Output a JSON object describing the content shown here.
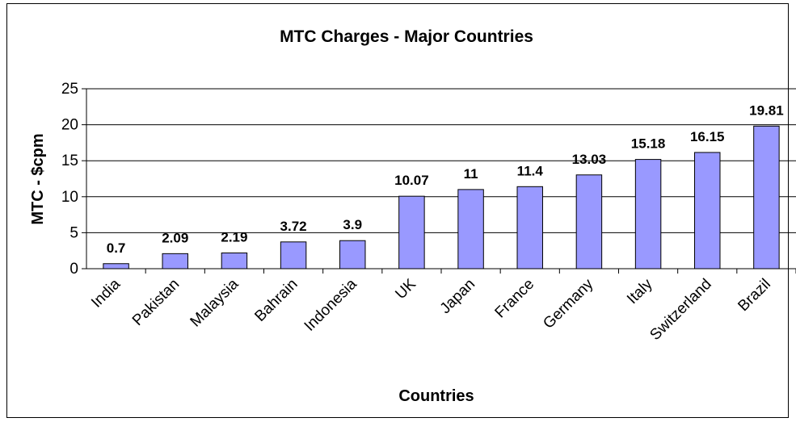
{
  "chart_data": {
    "type": "bar",
    "title": "MTC Charges - Major Countries",
    "xlabel": "Countries",
    "ylabel": "MTC - $cpm",
    "categories": [
      "India",
      "Pakistan",
      "Malaysia",
      "Bahrain",
      "Indonesia",
      "UK",
      "Japan",
      "France",
      "Germany",
      "Italy",
      "Switzerland",
      "Brazil"
    ],
    "values": [
      0.7,
      2.09,
      2.19,
      3.72,
      3.9,
      10.07,
      11,
      11.4,
      13.03,
      15.18,
      16.15,
      19.81
    ],
    "data_labels": [
      "0.7",
      "2.09",
      "2.19",
      "3.72",
      "3.9",
      "10.07",
      "11",
      "11.4",
      "13.03",
      "15.18",
      "16.15",
      "19.81"
    ],
    "ylim": [
      0,
      25
    ],
    "yticks": [
      "0",
      "5",
      "10",
      "15",
      "20",
      "25"
    ],
    "grid": true,
    "legend": "none",
    "bar_color": "#9999ff",
    "bar_edge_color": "#000000"
  }
}
